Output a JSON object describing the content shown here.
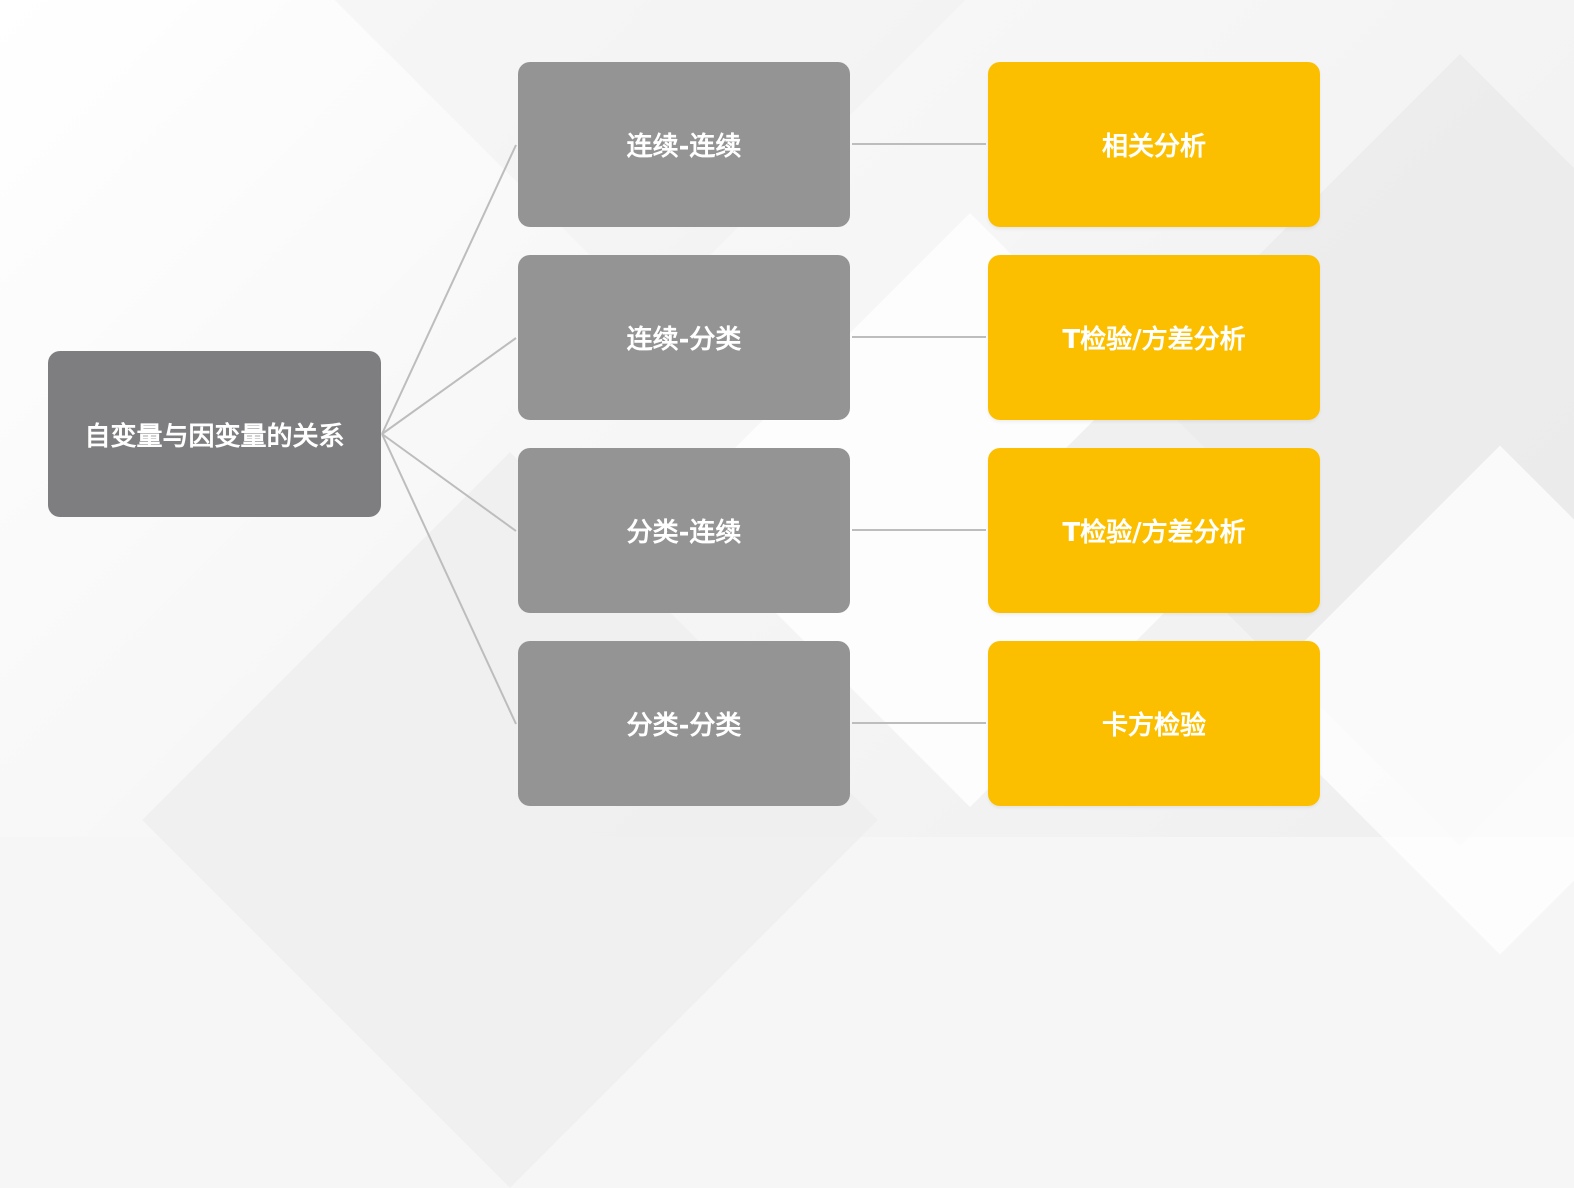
{
  "root": {
    "label": "自变量与因变量的关系"
  },
  "relationships": [
    {
      "type": "连续-连续",
      "method": "相关分析"
    },
    {
      "type": "连续-分类",
      "method": "T检验/方差分析"
    },
    {
      "type": "分类-连续",
      "method": "T检验/方差分析"
    },
    {
      "type": "分类-分类",
      "method": "卡方检验"
    }
  ],
  "colors": {
    "root_fill": "#7e7e80",
    "type_fill": "#949494",
    "method_fill": "#fcbf00",
    "connector": "#bdbdbd",
    "text": "#ffffff"
  }
}
